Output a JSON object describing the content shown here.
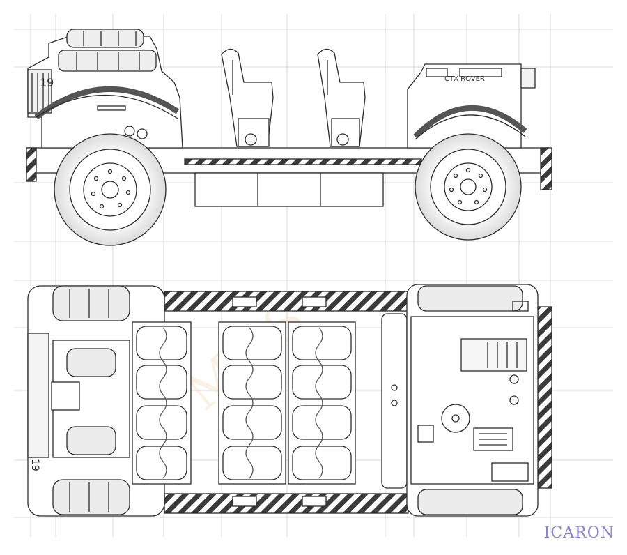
{
  "side_view": {
    "cab_number": "19",
    "rear_label": "CTX ROVER"
  },
  "top_view": {
    "hood_number": "19"
  },
  "watermark": "ICARON",
  "colors": {
    "pencil": "#2b2b2b",
    "shade": "#d9d9d9",
    "guide": "#c8c8c8",
    "signature": "#8a86c8",
    "faint_watermark": "#f3d9b8"
  }
}
